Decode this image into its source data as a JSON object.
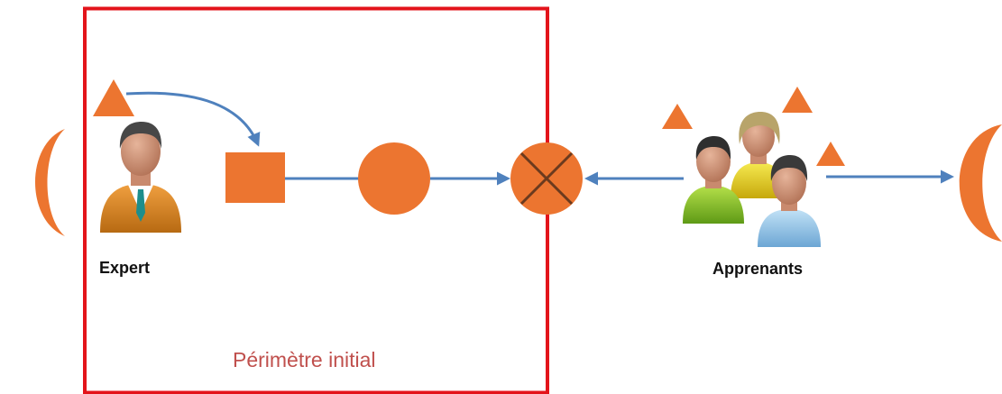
{
  "labels": {
    "expert": "Expert",
    "learners": "Apprenants",
    "perimeter": "Périmètre initial"
  },
  "colors": {
    "shape": "#ec7530",
    "arrow": "#4f81bd",
    "frame": "#e3141b",
    "cross": "#6b3a1e",
    "perimeter_text": "#c0504d"
  },
  "icons": [
    "expert-person-icon",
    "learner-green-icon",
    "learner-yellow-icon",
    "learner-blue-icon"
  ]
}
